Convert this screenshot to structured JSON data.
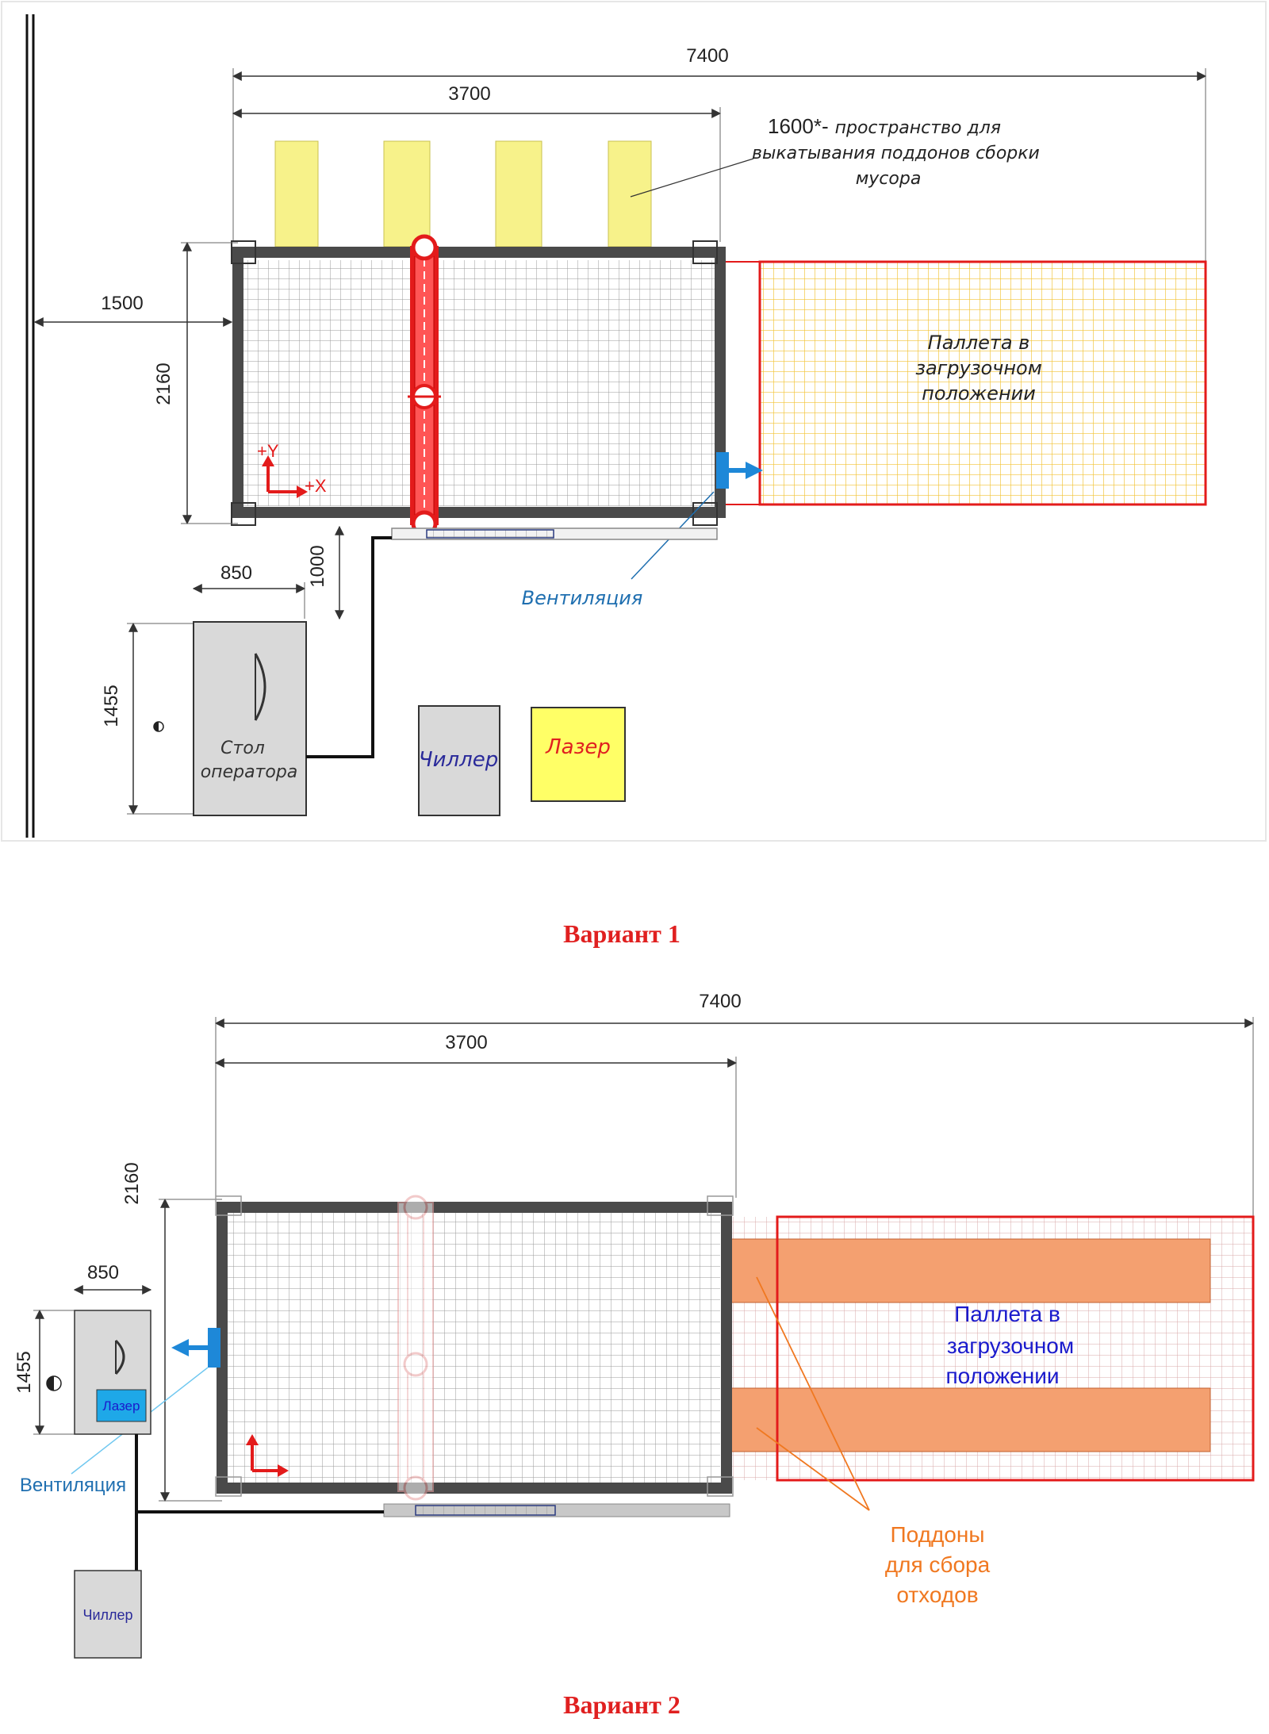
{
  "variant1": {
    "caption": "Вариант 1",
    "dims": {
      "total_width": "7400",
      "table_width": "3700",
      "wall_offset": "1500",
      "table_depth": "2160",
      "operator_width": "850",
      "operator_gap": "1000",
      "operator_depth": "1455"
    },
    "note_value": "1600*-",
    "note_text_1": "пространство для",
    "note_text_2": "выкатывания поддонов  сборки",
    "note_text_3": "мусора",
    "pallet_label_1": "Паллета в",
    "pallet_label_2": "загрузочном",
    "pallet_label_3": "положении",
    "axis_y": "+Y",
    "axis_x": "+X",
    "ventilation": "Вентиляция",
    "operator_label_1": "Стол",
    "operator_label_2": "оператора",
    "chiller": "Чиллер",
    "laser": "Лазер"
  },
  "variant2": {
    "caption": "Вариант 2",
    "dims": {
      "total_width": "7400",
      "table_width": "3700",
      "table_depth": "2160",
      "operator_width": "850",
      "operator_depth": "1455"
    },
    "pallet_label_1": "Паллета в",
    "pallet_label_2": "загрузочном",
    "pallet_label_3": "положении",
    "ventilation": "Вентиляция",
    "laser": "Лазер",
    "chiller": "Чиллер",
    "trays_label_1": "Поддоны",
    "trays_label_2": "для сбора",
    "trays_label_3": "отходов"
  },
  "colors": {
    "frame": "#4a4a4a",
    "gantry": "#e31b1b",
    "pallet_outline": "#e31b1b",
    "pallet_grid_v1": "#f2c233",
    "yellow_bins": "#f7f28a",
    "trays": "#f4a070",
    "ventilation_text": "#1f6fb0",
    "vent_blue": "#1e88d8",
    "chiller_text": "#2a2a9a",
    "laser_text": "#e02020",
    "trays_text": "#f07820",
    "operator_fill": "#d9d9d9"
  }
}
